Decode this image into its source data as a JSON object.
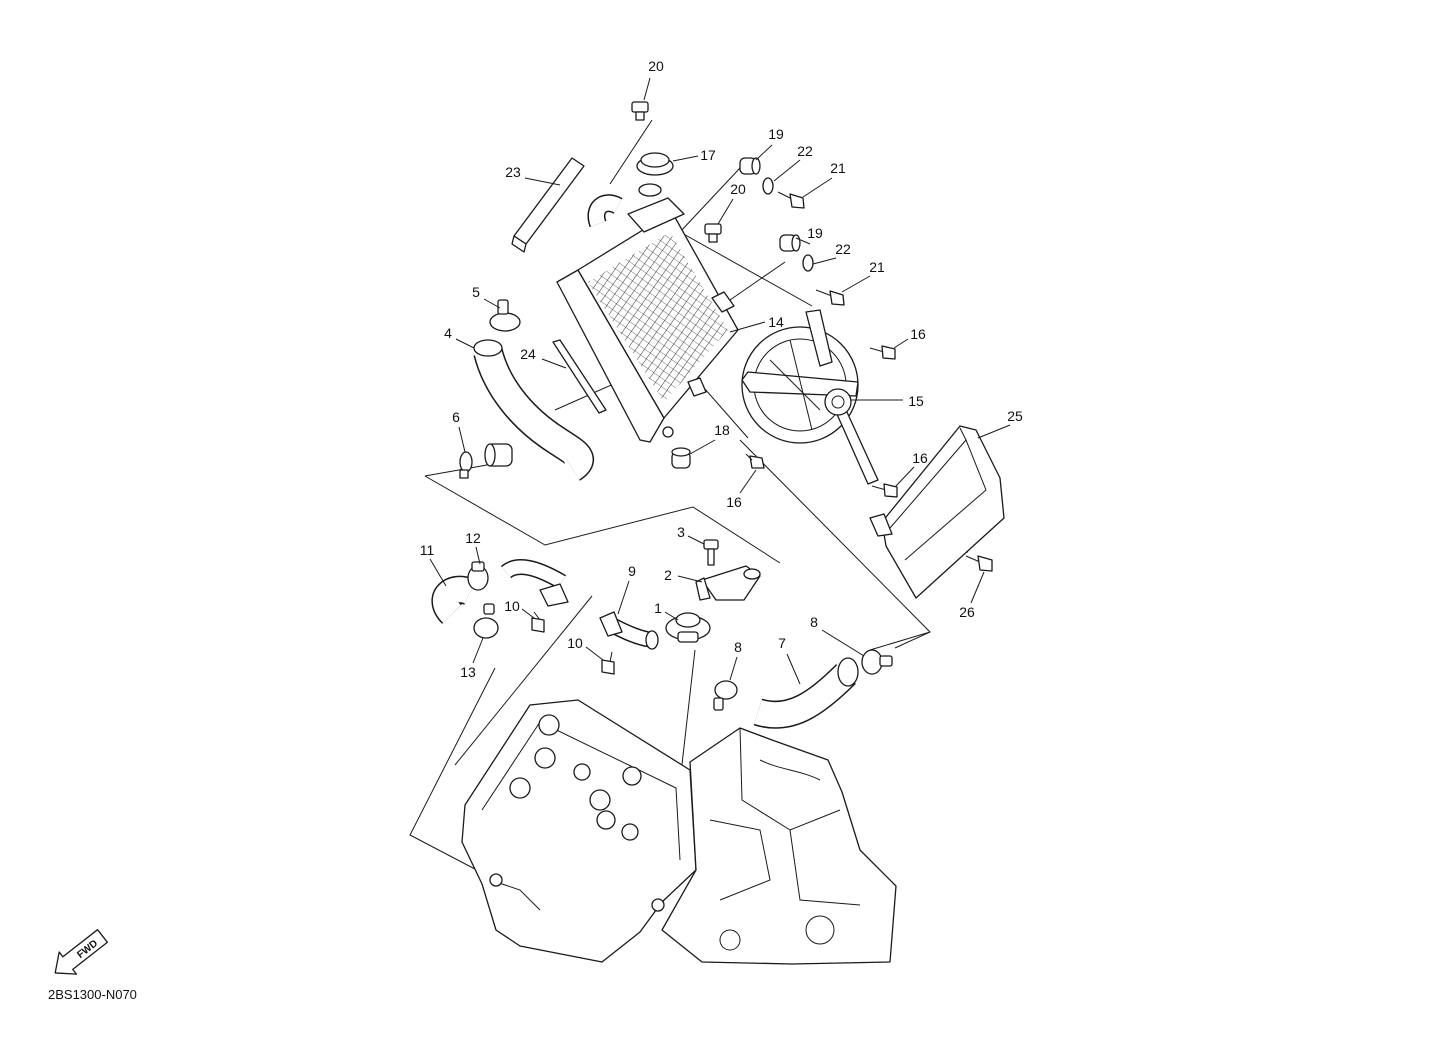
{
  "figure_code": "2BS1300-N070",
  "fwd_label": "FWD",
  "callouts": [
    "20",
    "17",
    "19",
    "22",
    "21",
    "20",
    "23",
    "19",
    "22",
    "21",
    "5",
    "14",
    "16",
    "4",
    "24",
    "15",
    "25",
    "6",
    "18",
    "16",
    "16",
    "3",
    "11",
    "12",
    "9",
    "2",
    "10",
    "1",
    "26",
    "8",
    "10",
    "8",
    "7",
    "13"
  ],
  "colors": {
    "line": "#1a1a1a",
    "background": "#ffffff"
  }
}
